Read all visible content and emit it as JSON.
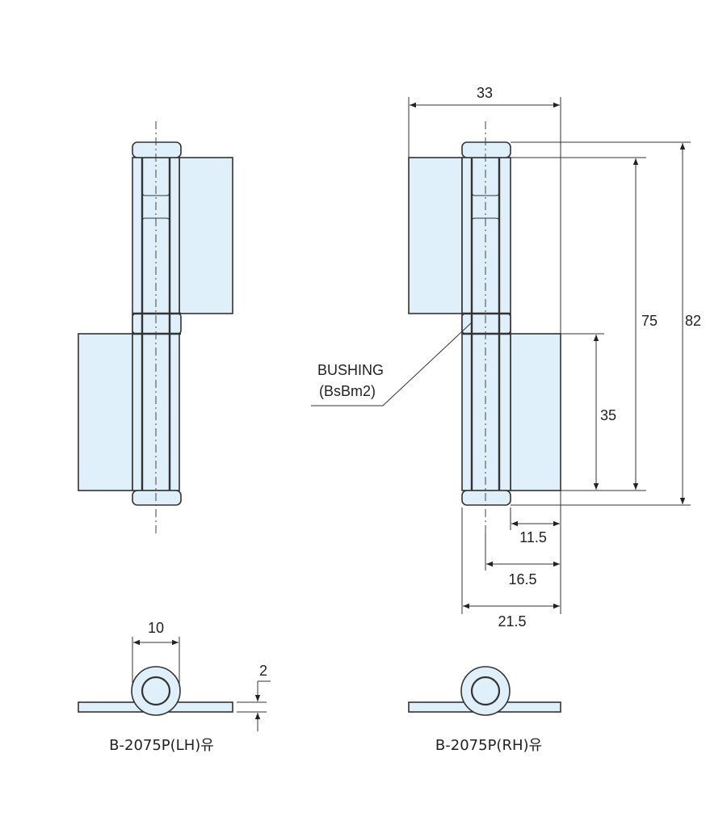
{
  "dimensions": {
    "overall_width": "33",
    "leaf_height": "75",
    "overall_height": "82",
    "lower_leaf_height": "35",
    "leaf_width_small": "11.5",
    "leaf_width_mid": "16.5",
    "leaf_width_total": "21.5",
    "knuckle_diameter": "10",
    "plate_thickness": "2"
  },
  "callout": {
    "line1": "BUSHING",
    "line2": "(BsBm2)"
  },
  "labels": {
    "left": "B-2075P(LH)유",
    "right": "B-2075P(RH)유"
  }
}
